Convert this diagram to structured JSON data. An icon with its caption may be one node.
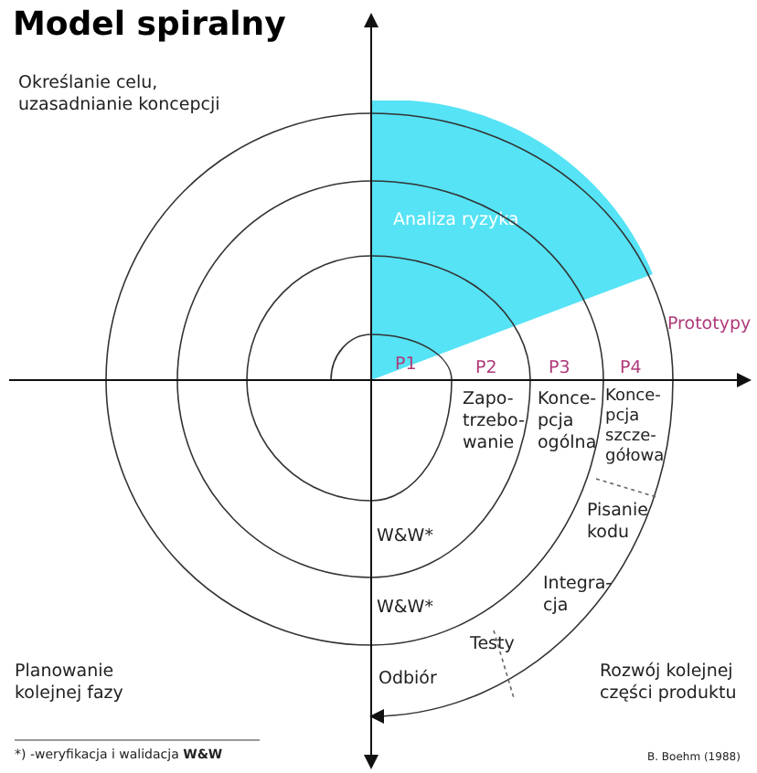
{
  "diagram": {
    "title": "Model spiralny",
    "nodes": [
      {
        "text": [
          "Analiza ryzyka"
        ]
      }
    ],
    "labels": [
      "Określanie celu, uzasadnianie koncepcji",
      "Prototypy",
      "P1",
      "P2",
      "P3",
      "P4",
      "Zapo- trzebo- wanie",
      "Konce- pcja ogólna",
      "Konce- pcja szcze- gółowa",
      "Pisanie kodu",
      "W&W*",
      "Integra- cja",
      "W&W*",
      "Testy",
      "Odbiór",
      "Planowanie kolejnej fazy",
      "Rozwój kolejnej części produktu",
      "*) -weryfikacja i walidacja **W&W**",
      "B. Boehm (1988)"
    ]
  }
}
